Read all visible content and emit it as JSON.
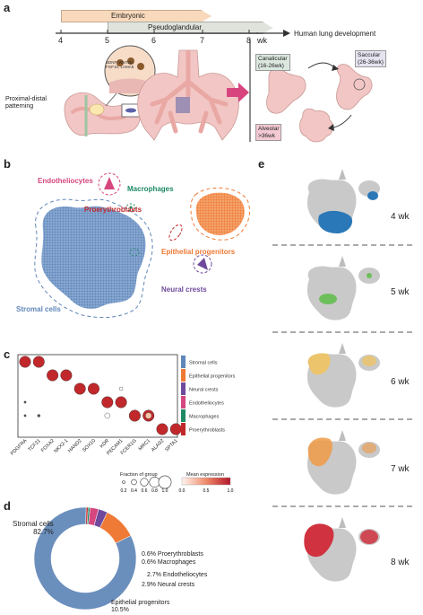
{
  "panels": {
    "a": "a",
    "b": "b",
    "c": "c",
    "d": "d",
    "e": "e"
  },
  "panel_a": {
    "bars": {
      "embryonic": "Embryonic",
      "pseudoglandular": "Pseudoglandular"
    },
    "axis_ticks": [
      "4",
      "5",
      "6",
      "7",
      "8"
    ],
    "axis_unit": "wk",
    "axis_title": "Human lung development",
    "inset_genes": "BDNF, WNT2B,\nFGF10, LAMA5",
    "proximal_distal": "Proximal-distal\npatterning",
    "stages": {
      "canalicular": "Canalicular\n(16-26wk)",
      "saccular": "Saccular\n(26-36wk)",
      "alveolar": "Alveolar\n>36wk"
    },
    "colors": {
      "embryonic": "#f8d9bb",
      "pseudoglandular": "#dfe3dc",
      "tissue": "#f2c6c4",
      "arrow": "#d8457e"
    }
  },
  "panel_b": {
    "clusters": [
      {
        "name": "Endotheliocytes",
        "color": "#d6477f"
      },
      {
        "name": "Macrophages",
        "color": "#1e8a64"
      },
      {
        "name": "Proerythroblasts",
        "color": "#c0282b"
      },
      {
        "name": "Epithelial progenitors",
        "color": "#ef7a35"
      },
      {
        "name": "Neural crests",
        "color": "#6f4a9c"
      },
      {
        "name": "Stromal cells",
        "color": "#5f86b8"
      }
    ]
  },
  "panel_c": {
    "genes": [
      "PDGFRA",
      "TCF21",
      "FOXA2",
      "NKX2-1",
      "HAND2",
      "SOX10",
      "KDR",
      "PECAM1",
      "FCER1G",
      "MRC1",
      "ALAS2",
      "SPTA1"
    ],
    "rows": [
      "Stromal cells",
      "Epithelial progenitors",
      "Neural crests",
      "Endotheliocytes",
      "Macrophages",
      "Proerythroblasts"
    ],
    "row_colors": [
      "#5f86b8",
      "#ef7a35",
      "#6f4a9c",
      "#d6477f",
      "#1e8a64",
      "#c0282b"
    ],
    "size_legend_title": "Fraction of group",
    "size_ticks": [
      "0.2",
      "0.4",
      "0.6",
      "0.8",
      "1.0"
    ],
    "color_legend_title": "Mean expression",
    "color_ticks": [
      "0.0",
      "0.5",
      "1.0"
    ]
  },
  "chart_data": {
    "type": "pie",
    "categories": [
      "Stromal cells",
      "Epithelial progenitors",
      "Neural crests",
      "Endotheliocytes",
      "Macrophages",
      "Proerythroblasts"
    ],
    "values": [
      82.7,
      10.5,
      2.9,
      2.7,
      0.6,
      0.6
    ],
    "labels": [
      "Stromal cells\n82.7%",
      "Epithelial progenitors\n10.5%",
      "2.9% Neural crests",
      "2.7% Endotheliocytes",
      "0.6% Macrophages",
      "0.6% Proerythroblasts"
    ],
    "colors": [
      "#6b8fbd",
      "#ef7a35",
      "#6f4a9c",
      "#d6477f",
      "#1e8a64",
      "#c0282b"
    ]
  },
  "panel_e": {
    "weeks": [
      "4 wk",
      "5 wk",
      "6 wk",
      "7 wk",
      "8 wk"
    ],
    "colors": [
      "#2a78b8",
      "#6dbf5c",
      "#f2c35a",
      "#f09a45",
      "#d0323f"
    ]
  }
}
